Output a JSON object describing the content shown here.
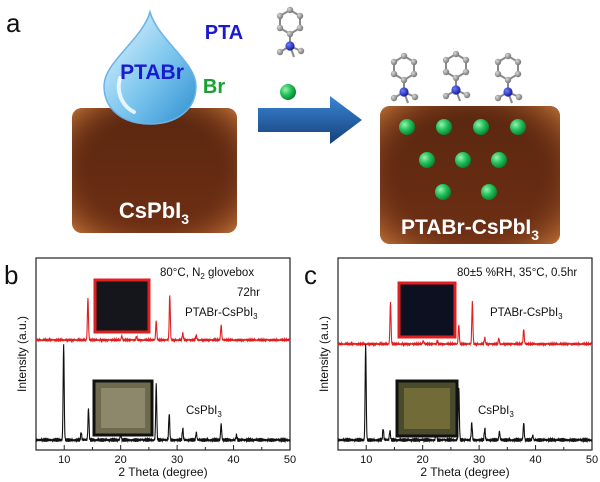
{
  "panel_a": {
    "letter": "a",
    "drop_label": "PTABr",
    "pta_label": "PTA",
    "br_label": "Br",
    "left_block_label": "CsPbI",
    "left_block_sub": "3",
    "right_block_label": "PTABr-CsPbI",
    "right_block_sub": "3",
    "colors": {
      "block": "#6e2f14",
      "drop": "#5fb3e6",
      "pta_text": "#1a1ad0",
      "br_text": "#1aa032",
      "br_sphere": "#22c35a",
      "arrow": "#1d5fa8"
    }
  },
  "panel_b": {
    "letter": "b",
    "condition": "80°C, N",
    "condition_sub": "2",
    "condition_tail": " glovebox",
    "time": "72hr",
    "top_label": "PTABr-CsPbI",
    "top_label_sub": "3",
    "bottom_label": "CsPbI",
    "bottom_label_sub": "3"
  },
  "panel_c": {
    "letter": "c",
    "condition": "80±5 %RH, 35°C, 0.5hr",
    "top_label": "PTABr-CsPbI",
    "top_label_sub": "3",
    "bottom_label": "CsPbI",
    "bottom_label_sub": "3"
  },
  "chart_data": [
    {
      "type": "line",
      "panel": "b",
      "xlabel": "2 Theta (degree)",
      "ylabel": "Intensity (a.u.)",
      "xlim": [
        5,
        50
      ],
      "xticks": [
        10,
        20,
        30,
        40,
        50
      ],
      "series": [
        {
          "name": "PTABr-CsPbI3",
          "color": "#e02020",
          "peaks": [
            [
              14.2,
              0.62
            ],
            [
              20.2,
              0.06
            ],
            [
              22.8,
              0.05
            ],
            [
              26.3,
              0.28
            ],
            [
              28.7,
              0.66
            ],
            [
              31.0,
              0.1
            ],
            [
              33.4,
              0.07
            ],
            [
              37.8,
              0.22
            ]
          ]
        },
        {
          "name": "CsPbI3",
          "color": "#111111",
          "peaks": [
            [
              9.9,
              1.0
            ],
            [
              13.0,
              0.08
            ],
            [
              14.3,
              0.33
            ],
            [
              20.0,
              0.07
            ],
            [
              26.3,
              0.58
            ],
            [
              28.6,
              0.28
            ],
            [
              31.0,
              0.12
            ],
            [
              33.4,
              0.08
            ],
            [
              37.8,
              0.17
            ],
            [
              40.5,
              0.05
            ]
          ]
        }
      ]
    },
    {
      "type": "line",
      "panel": "c",
      "xlabel": "2 Theta (degree)",
      "ylabel": "Intensity (a.u.)",
      "xlim": [
        5,
        50
      ],
      "xticks": [
        10,
        20,
        30,
        40,
        50
      ],
      "series": [
        {
          "name": "PTABr-CsPbI3",
          "color": "#e02020",
          "peaks": [
            [
              14.3,
              0.62
            ],
            [
              20.1,
              0.05
            ],
            [
              22.6,
              0.05
            ],
            [
              26.4,
              0.28
            ],
            [
              28.8,
              0.62
            ],
            [
              31.0,
              0.09
            ],
            [
              33.5,
              0.08
            ],
            [
              37.9,
              0.22
            ]
          ]
        },
        {
          "name": "CsPbI3",
          "color": "#111111",
          "peaks": [
            [
              9.9,
              1.0
            ],
            [
              13.0,
              0.12
            ],
            [
              14.2,
              0.1
            ],
            [
              22.4,
              0.09
            ],
            [
              26.4,
              0.55
            ],
            [
              28.7,
              0.18
            ],
            [
              31.0,
              0.12
            ],
            [
              33.6,
              0.09
            ],
            [
              37.9,
              0.18
            ],
            [
              39.5,
              0.05
            ]
          ]
        }
      ]
    }
  ]
}
